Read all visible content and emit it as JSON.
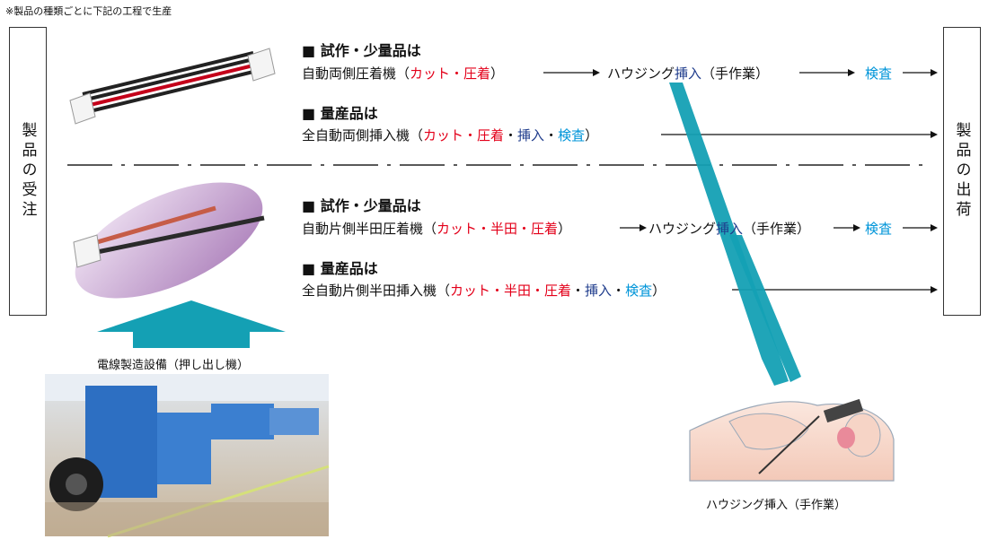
{
  "note": "※製品の種類ごとに下記の工程で生産",
  "left_box": "製品の受注",
  "right_box": "製品の出荷",
  "section1": {
    "trial": {
      "heading": "■ 試作・少量品は",
      "machine": "自動両側圧着機（",
      "process_red": "カット・圧着",
      "close": "）",
      "housing": "ハウジング",
      "insert": "挿入",
      "manual": "（手作業）",
      "inspect": "検査"
    },
    "mass": {
      "heading": "■ 量産品は",
      "machine": "全自動両側挿入機（",
      "process_red": "カット・圧着",
      "dot1": "・",
      "insert": "挿入",
      "dot2": "・",
      "inspect": "検査",
      "close": "）"
    }
  },
  "section2": {
    "trial": {
      "heading": "■ 試作・少量品は",
      "machine": "自動片側半田圧着機（",
      "process_red": "カット・半田・圧着",
      "close": "）",
      "housing": "ハウジング",
      "insert": "挿入",
      "manual": "（手作業）",
      "inspect": "検査"
    },
    "mass": {
      "heading": "■ 量産品は",
      "machine": "全自動片側半田挿入機（",
      "process_red": "カット・半田・圧着",
      "dot1": "・",
      "insert": "挿入",
      "dot2": "・",
      "inspect": "検査",
      "close": "）"
    }
  },
  "equipment_caption": "電線製造設備（押し出し機）",
  "hand_caption": "ハウジング挿入（手作業）",
  "colors": {
    "red": "#e3001a",
    "navy": "#1f3c8c",
    "cyan": "#0095d9",
    "teal_arrow": "#1aa3b8",
    "ellipse": "#c9a4d3"
  }
}
